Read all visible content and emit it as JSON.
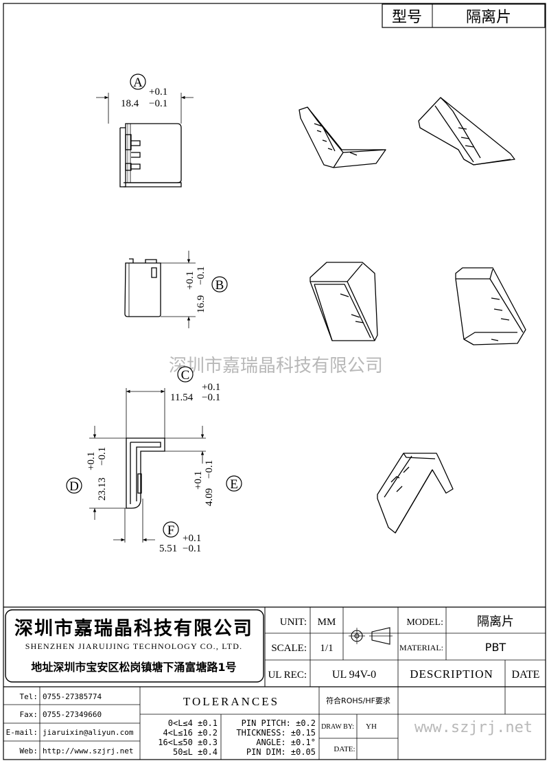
{
  "title_block": {
    "model_label": "型号",
    "model_value": "隔离片"
  },
  "watermark": "深圳市嘉瑞晶科技有限公司",
  "dimensions": {
    "A": {
      "letter": "A",
      "nominal": "18.4",
      "plus": "+0.1",
      "minus": "−0.1"
    },
    "B": {
      "letter": "B",
      "nominal": "16.9",
      "plus": "+0.1",
      "minus": "−0.1"
    },
    "C": {
      "letter": "C",
      "nominal": "11.54",
      "plus": "+0.1",
      "minus": "−0.1"
    },
    "D": {
      "letter": "D",
      "nominal": "23.13",
      "plus": "+0.1",
      "minus": "−0.1"
    },
    "E": {
      "letter": "E",
      "nominal": "4.09",
      "plus": "+0.1",
      "minus": "−0.1"
    },
    "F": {
      "letter": "F",
      "nominal": "5.51",
      "plus": "+0.1",
      "minus": "−0.1"
    }
  },
  "company": {
    "name_cn": "深圳市嘉瑞晶科技有限公司",
    "name_en": "SHENZHEN JIARUIJING TECHNOLOGY CO., LTD.",
    "address": "地址深圳市宝安区松岗镇塘下涌富塘路1号"
  },
  "spec": {
    "unit_label": "UNIT:",
    "unit_value": "MM",
    "scale_label": "SCALE:",
    "scale_value": "1/1",
    "ulrec_label": "UL REC:",
    "ulrec_value": "UL 94V-0",
    "model_label": "MODEL:",
    "model_value": "隔离片",
    "material_label": "MATERIAL:",
    "material_value": "PBT",
    "description_label": "DESCRIPTION",
    "date_label": "DATE",
    "rohs": "符合ROHS/HF要求",
    "drawby_label": "DRAW BY:",
    "drawby_value": "YH",
    "date2_label": "DATE:",
    "website_watermark": "www.szjrj.net"
  },
  "contacts": [
    {
      "label": "Tel:",
      "value": "0755-27385774"
    },
    {
      "label": "Fax:",
      "value": "0755-27349660"
    },
    {
      "label": "E-mail:",
      "value": "jiaruixin@aliyun.com"
    },
    {
      "label": "Web:",
      "value": "http://www.szjrj.net"
    }
  ],
  "tolerances": {
    "title": "TOLERANCES",
    "ranges": [
      "0<L≤4 ±0.1",
      "4<L≤16 ±0.2",
      "16<L≤50 ±0.3",
      "50≤L ±0.4"
    ],
    "specs": [
      "PIN PITCH: ±0.2",
      "THICKNESS: ±0.15",
      "ANGLE: ±0.1°",
      "PIN DIM: ±0.05"
    ]
  },
  "colors": {
    "line": "#000000",
    "watermark": "#b8b8b8"
  }
}
